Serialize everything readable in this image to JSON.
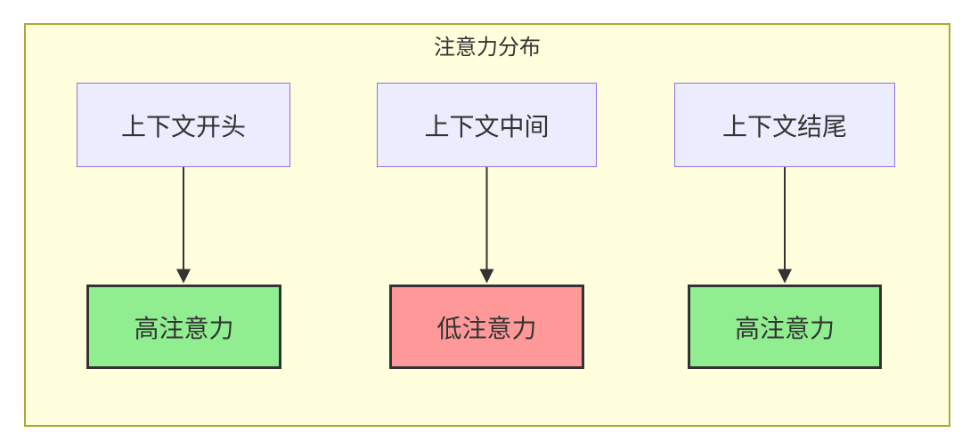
{
  "diagram": {
    "title": "注意力分布",
    "container": {
      "fill": "#ffffde",
      "border_color": "#aaaa33"
    },
    "top_nodes": [
      {
        "id": "A",
        "label": "上下文开头",
        "fill": "#ECECFF",
        "border_color": "#9370DB"
      },
      {
        "id": "B",
        "label": "上下文中间",
        "fill": "#ECECFF",
        "border_color": "#9370DB"
      },
      {
        "id": "C",
        "label": "上下文结尾",
        "fill": "#ECECFF",
        "border_color": "#9370DB"
      }
    ],
    "bottom_nodes": [
      {
        "id": "D",
        "label": "高注意力",
        "status": "high",
        "fill": "#90EE90",
        "border_color": "#333333"
      },
      {
        "id": "E",
        "label": "低注意力",
        "status": "low",
        "fill": "#FF9999",
        "border_color": "#333333"
      },
      {
        "id": "F",
        "label": "高注意力",
        "status": "high",
        "fill": "#90EE90",
        "border_color": "#333333"
      }
    ],
    "edges": [
      {
        "from": "上下文开头",
        "to": "高注意力"
      },
      {
        "from": "上下文中间",
        "to": "低注意力"
      },
      {
        "from": "上下文结尾",
        "to": "高注意力"
      }
    ],
    "edge_color": "#333333",
    "text_color": "#333333"
  }
}
